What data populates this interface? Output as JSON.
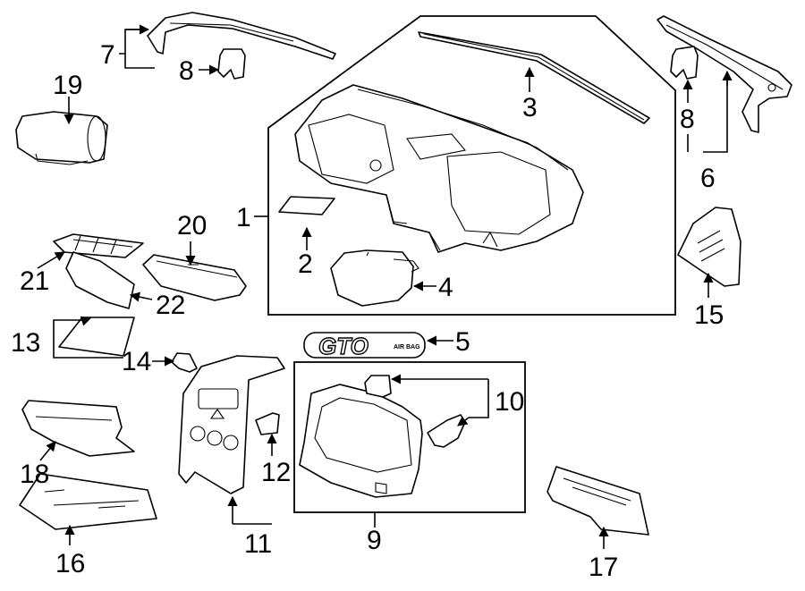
{
  "diagram": {
    "callouts": [
      "1",
      "2",
      "3",
      "4",
      "5",
      "6",
      "7",
      "8",
      "8",
      "9",
      "10",
      "11",
      "12",
      "13",
      "14",
      "15",
      "16",
      "17",
      "18",
      "19",
      "20",
      "21",
      "22"
    ],
    "emblem": {
      "main_text": "GTO",
      "sub_text": "AIR BAG"
    }
  }
}
